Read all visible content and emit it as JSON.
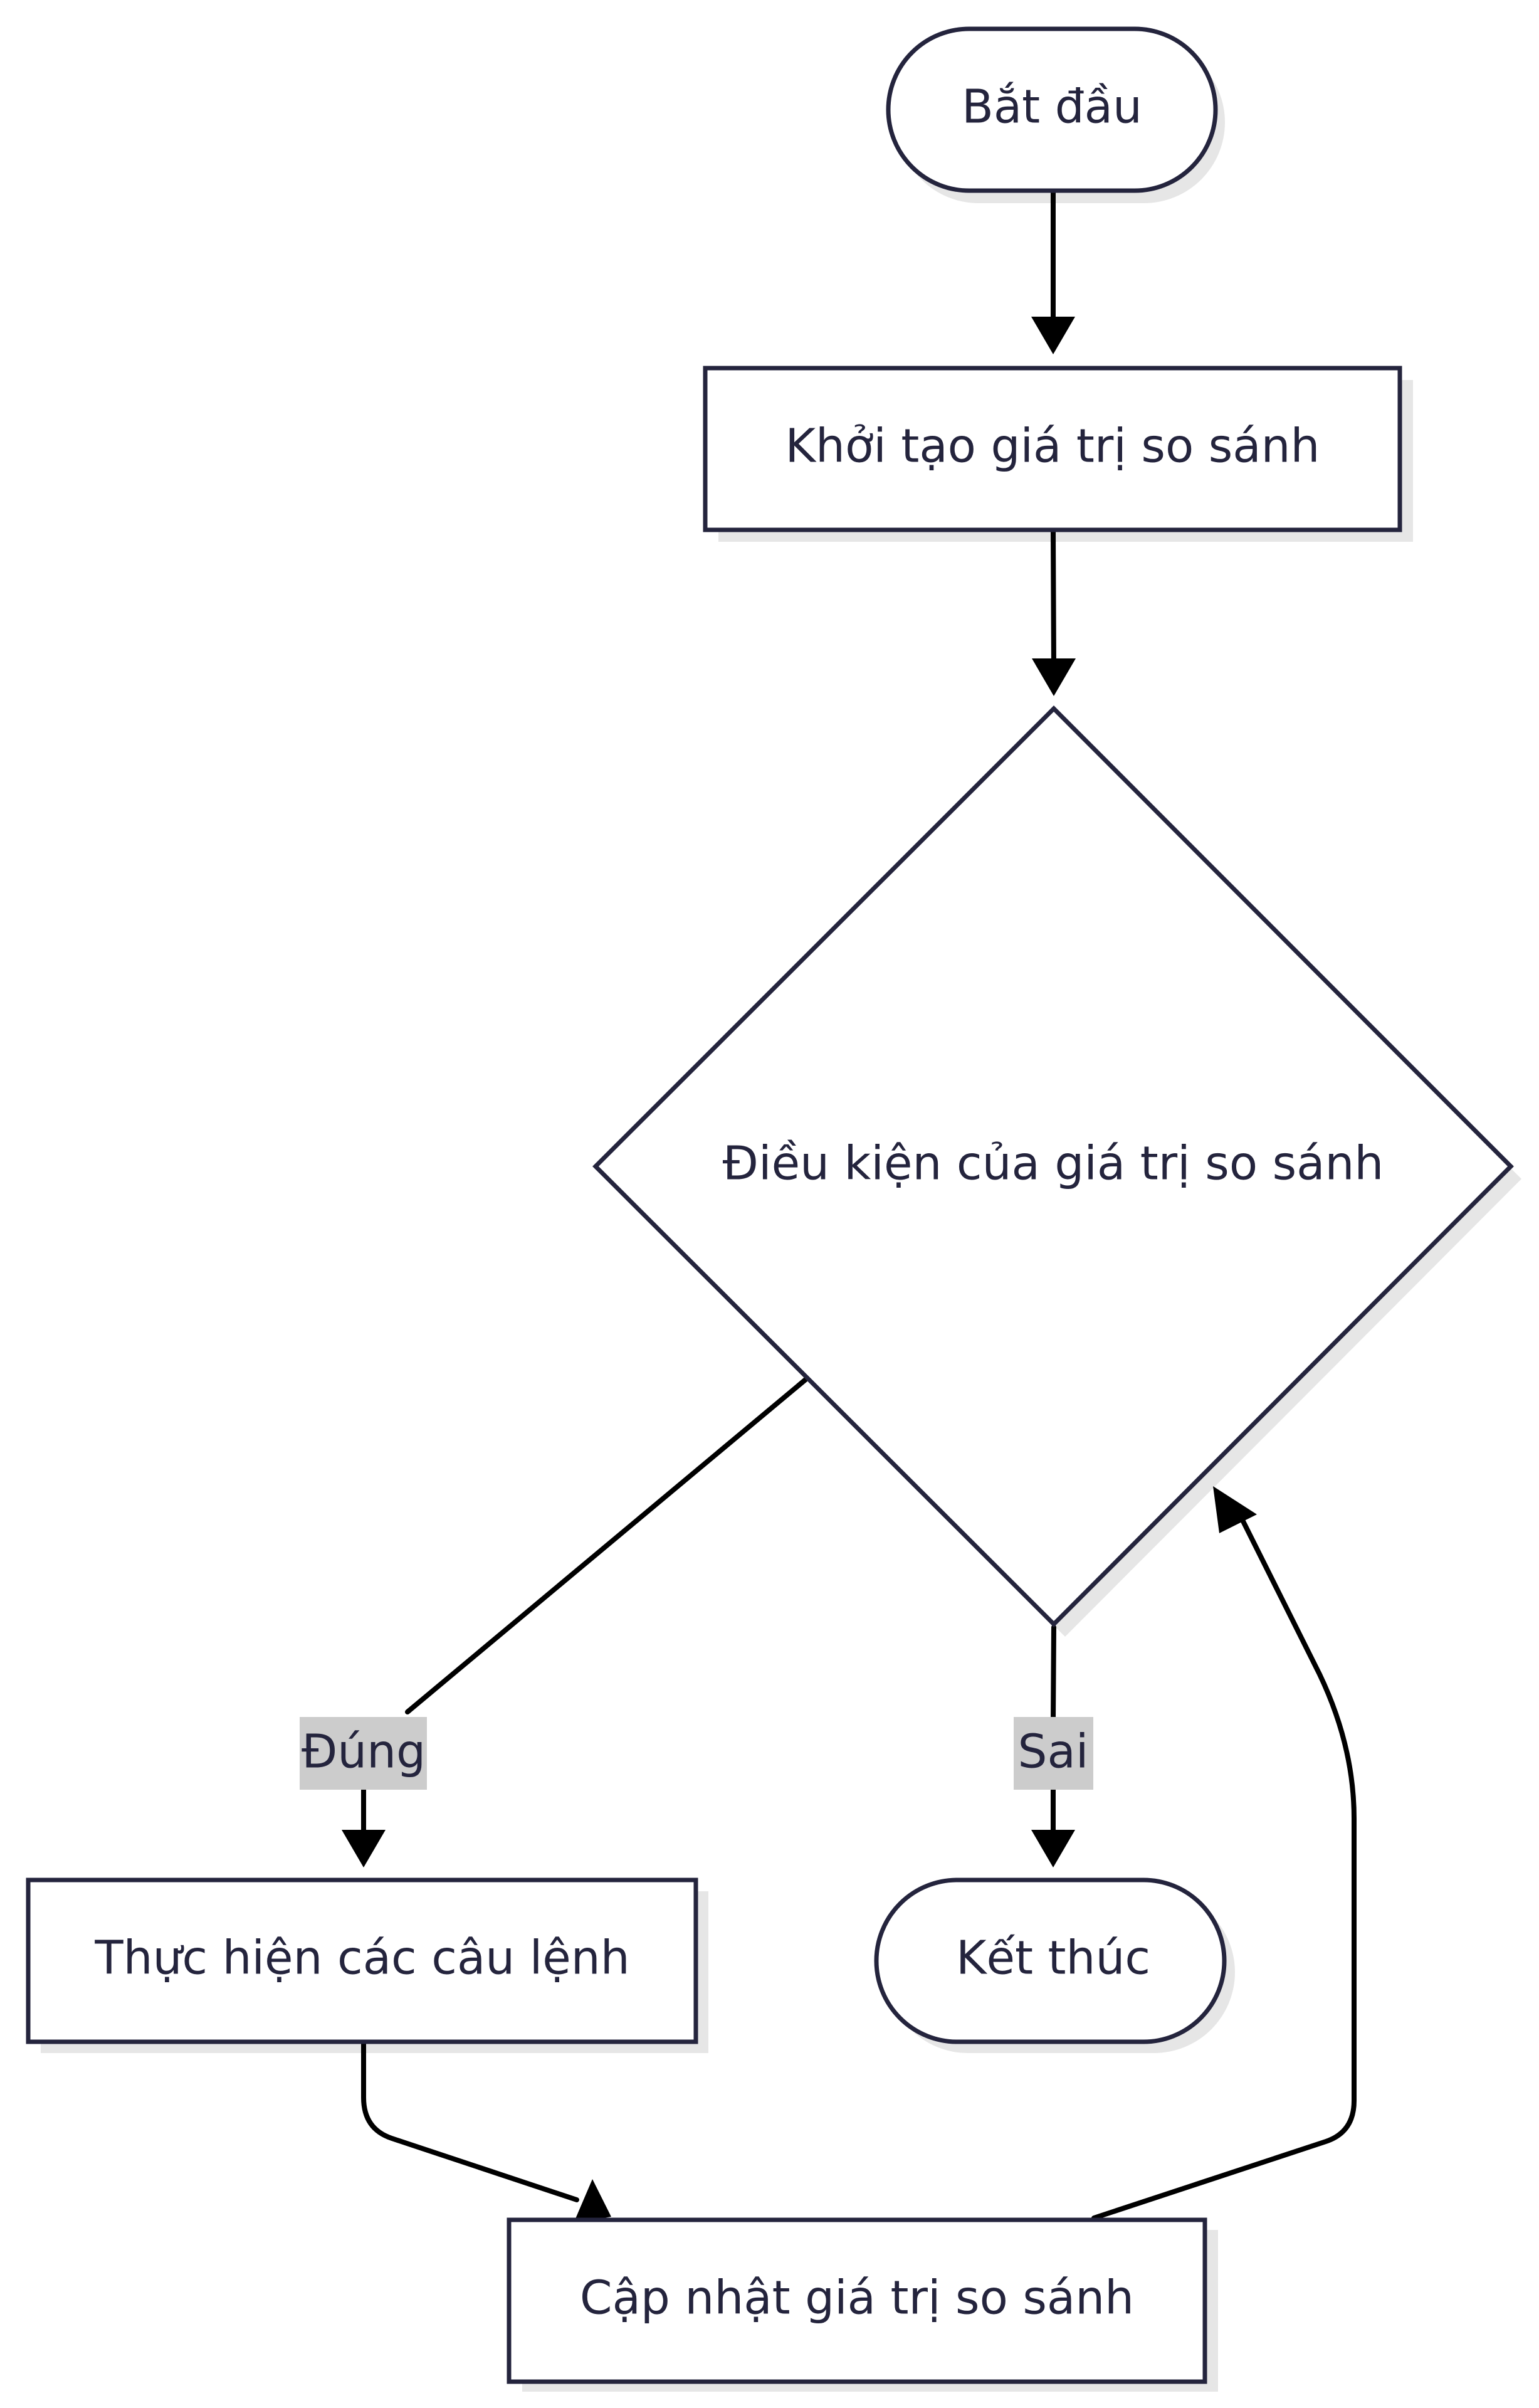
{
  "nodes": {
    "start": "Bắt đầu",
    "init": "Khởi tạo giá trị so sánh",
    "condition": "Điều kiện của giá trị so sánh",
    "execute": "Thực hiện các câu lệnh",
    "end": "Kết thúc",
    "update": "Cập nhật giá trị so sánh"
  },
  "edges": {
    "true_label": "Đúng",
    "false_label": "Sai"
  },
  "colors": {
    "node_stroke": "#24243d",
    "node_fill": "#ffffff",
    "edge": "#000000",
    "label_bg": "#cccccc",
    "shadow": "#e6e6e6"
  }
}
